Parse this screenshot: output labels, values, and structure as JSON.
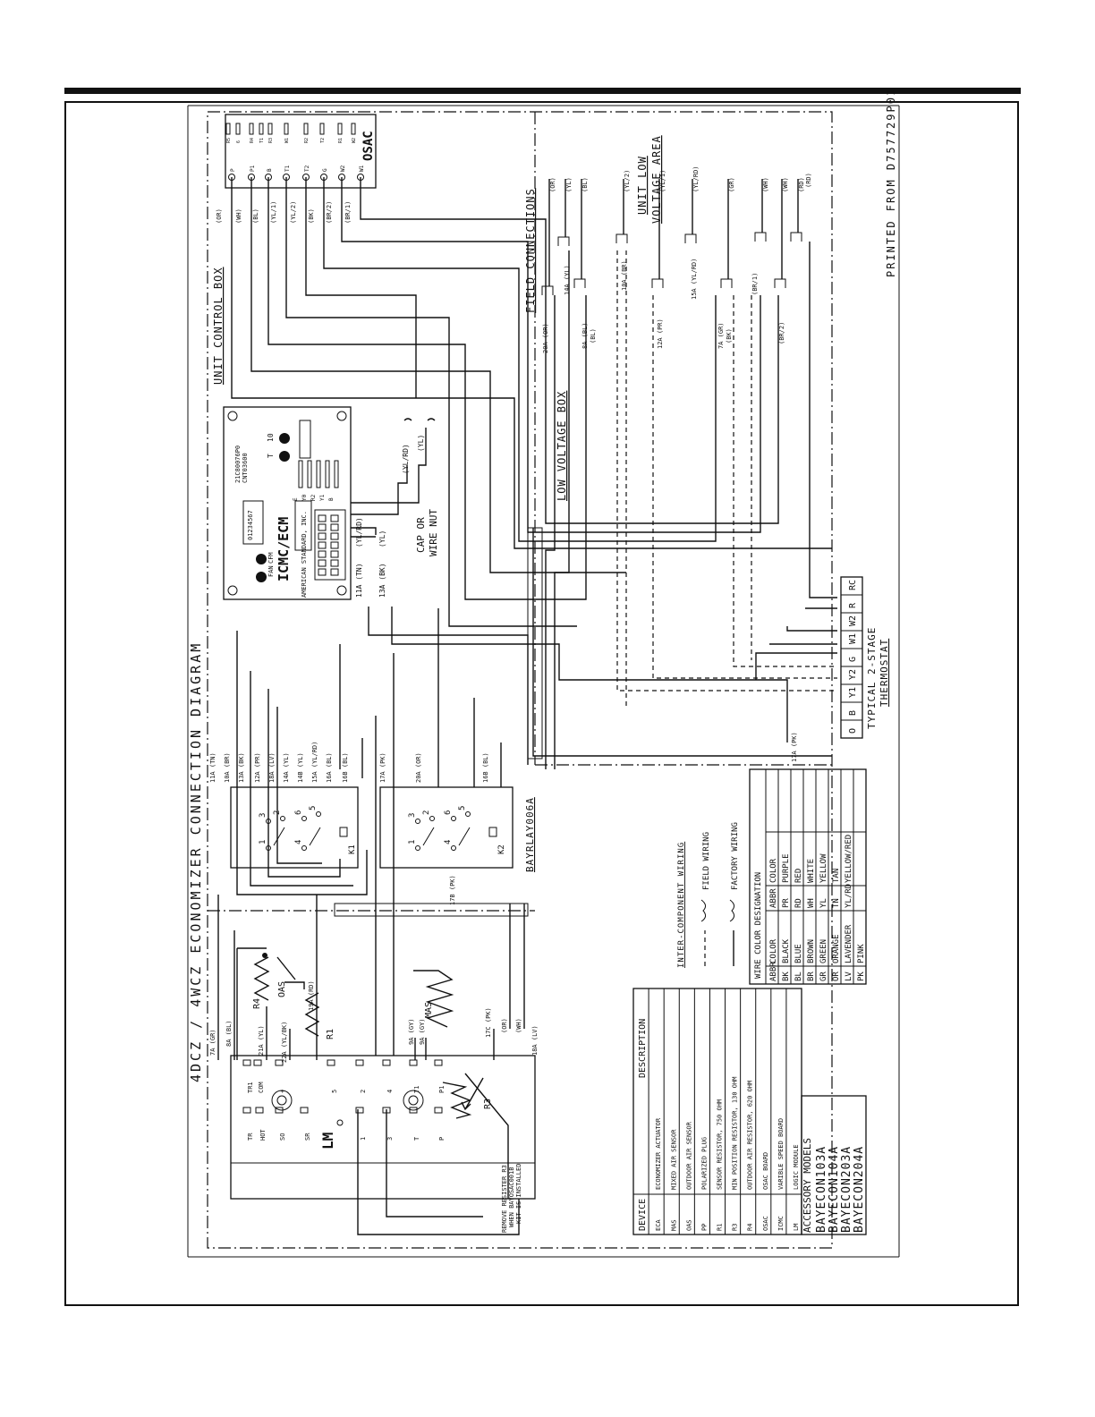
{
  "title": "4DCZ / 4WCZ ECONOMIZER CONNECTION DIAGRAM",
  "printed_from": "PRINTED FROM D757729P01",
  "unit_control_box": "UNIT CONTROL BOX",
  "low_voltage_box": "LOW VOLTAGE BOX",
  "field_connections": "FIELD CONNECTIONS",
  "unit_low_voltage_area": [
    "UNIT LOW",
    "VOLTAGE AREA"
  ],
  "cap_label": [
    "CAP OR",
    "WIRE NUT"
  ],
  "osac": {
    "name": "OSAC",
    "terminals": [
      "P",
      "P1",
      "B",
      "T1",
      "T2",
      "G",
      "W2",
      "W1"
    ],
    "pins": [
      "R5",
      "6",
      "R4",
      "T1",
      "R3",
      "W1",
      "R2",
      "T2",
      "R1",
      "W2"
    ],
    "wires": [
      "(OR)",
      "(WH)",
      "(BL)",
      "(YL/1)",
      "(YL/2)",
      "(BK)",
      "(BR/2)",
      "(BR/1)"
    ]
  },
  "icmc": {
    "name": "ICMC/ECM",
    "maker": "AMERICAN STANDARD, INC.",
    "part": [
      "21C80076P0",
      "CNT03600"
    ],
    "leds": [
      "CFM",
      "FAN"
    ],
    "digits": "01234567",
    "labels": [
      "T",
      "10"
    ],
    "pin_labels": [
      "E",
      "Y0",
      "R2",
      "Y1",
      "B"
    ],
    "wires": [
      "11A (TN)",
      "13A (BK)",
      "(YL)",
      "(YL/RD)"
    ],
    "cap_wires": [
      "(YL/RD)",
      "(YL)"
    ]
  },
  "field_wires": [
    {
      "label": "20A (OR)",
      "color": "(OR)"
    },
    {
      "label": "14A (YL)",
      "color": "(YL)"
    },
    {
      "label": "8A (BL)",
      "color": "(BL)",
      "extra": "(BL)"
    },
    {
      "label": "10A (BR)",
      "color": "(YL/2)"
    },
    {
      "label": "12A (PR)",
      "color": "(YL/1)"
    },
    {
      "label": "15A (YL/RD)",
      "color": "(YL/RD)"
    },
    {
      "label": "7A (GR)",
      "color": "(GR)",
      "extra": "(BK)"
    },
    {
      "label": "(BR/1)",
      "color": "(WH)"
    },
    {
      "label": "(BR/2)",
      "color": "(WH)"
    },
    {
      "label": "(RD)",
      "color": "(RD)"
    }
  ],
  "thermostat": {
    "terminals": [
      "O",
      "B",
      "Y1",
      "Y2",
      "G",
      "W1",
      "W2",
      "R",
      "RC"
    ],
    "label": [
      "TYPICAL 2-STAGE",
      "THERMOSTAT"
    ],
    "wire": "17A (PK)"
  },
  "bayrlay": {
    "name": "BAYRLAY006A",
    "k1": "K1",
    "k2": "K2",
    "k1_terminals": [
      "1",
      "3",
      "2",
      "6",
      "5",
      "4"
    ],
    "k2_terminals": [
      "1",
      "3",
      "2",
      "6",
      "5",
      "4"
    ],
    "k1_wires": [
      "11A (TN)",
      "10A (BR)",
      "13A (BK)",
      "12A (PR)",
      "18A (LV)",
      "14A (YL)",
      "14B (YL)",
      "15A (YL/RD)",
      "16A (BL)",
      "16B (BL)"
    ],
    "k2_wires": [
      "17A (PK)",
      "20A (OR)",
      "16B (BL)"
    ],
    "k2_bottom": "17B (PK)"
  },
  "lm": {
    "name": "LM",
    "terminals_top": [
      "TR1",
      "COM",
      "+",
      "5",
      "2",
      "4",
      "T1",
      "P1"
    ],
    "terminals_bottom": [
      "TR",
      "HOT",
      "SO",
      "SR",
      "1",
      "3",
      "T",
      "P"
    ],
    "wires": [
      "7A (GR)",
      "8A (BL)",
      "21A (YL)",
      "22A (YL/BK)",
      "19A (RD)",
      "9A (GY)",
      "9A (GY)",
      "17C (PK)",
      "(OR)",
      "(WH)",
      "18A (LV)"
    ],
    "components": [
      "R4",
      "OAS",
      "R1",
      "MAS",
      "R3"
    ],
    "note": [
      "REMOVE RESISTER R3",
      "WHEN BAYOSAC001B",
      "KIT IS INSTALLED"
    ]
  },
  "legend": {
    "title": "INTER-COMPONENT WIRING",
    "field": "FIELD WIRING",
    "factory": "FACTORY WIRING"
  },
  "wire_colors": {
    "title": "WIRE COLOR DESIGNATION",
    "header": [
      "ABBR",
      "COLOR",
      "ABBR",
      "COLOR"
    ],
    "rows": [
      [
        "BK",
        "BLACK",
        "PR",
        "PURPLE"
      ],
      [
        "BL",
        "BLUE",
        "RD",
        "RED"
      ],
      [
        "BR",
        "BROWN",
        "WH",
        "WHITE"
      ],
      [
        "GR",
        "GREEN",
        "YL",
        "YELLOW"
      ],
      [
        "OR",
        "ORANGE",
        "TN",
        "TAN"
      ],
      [
        "LV",
        "LAVENDER",
        "YL/RD",
        "YELLOW/RED"
      ],
      [
        "PK",
        "PINK",
        "",
        ""
      ]
    ]
  },
  "devices": {
    "header": [
      "DEVICE",
      "DESCRIPTION"
    ],
    "rows": [
      [
        "ECA",
        "ECONOMIZER ACTUATOR"
      ],
      [
        "MAS",
        "MIXED AIR SENSOR"
      ],
      [
        "OAS",
        "OUTDOOR AIR SENSOR"
      ],
      [
        "PP",
        "POLARIZED PLUG"
      ],
      [
        "R1",
        "SENSOR RESISTOR, 750 OHM"
      ],
      [
        "R3",
        "MIN POSITION RESISTOR, 130 OHM"
      ],
      [
        "R4",
        "OUTDOOR AIR RESISTOR, 620 OHM"
      ],
      [
        "OSAC",
        "OSAC BOARD"
      ],
      [
        "ICMC",
        "VARIBLE SPEED BOARD"
      ],
      [
        "LM",
        "LOGIC MODULE"
      ]
    ]
  },
  "accessory": {
    "title": "ACCESSORY MODELS",
    "models": [
      "BAYECON103A",
      "BAYECON104A",
      "BAYECON203A",
      "BAYECON204A"
    ]
  }
}
